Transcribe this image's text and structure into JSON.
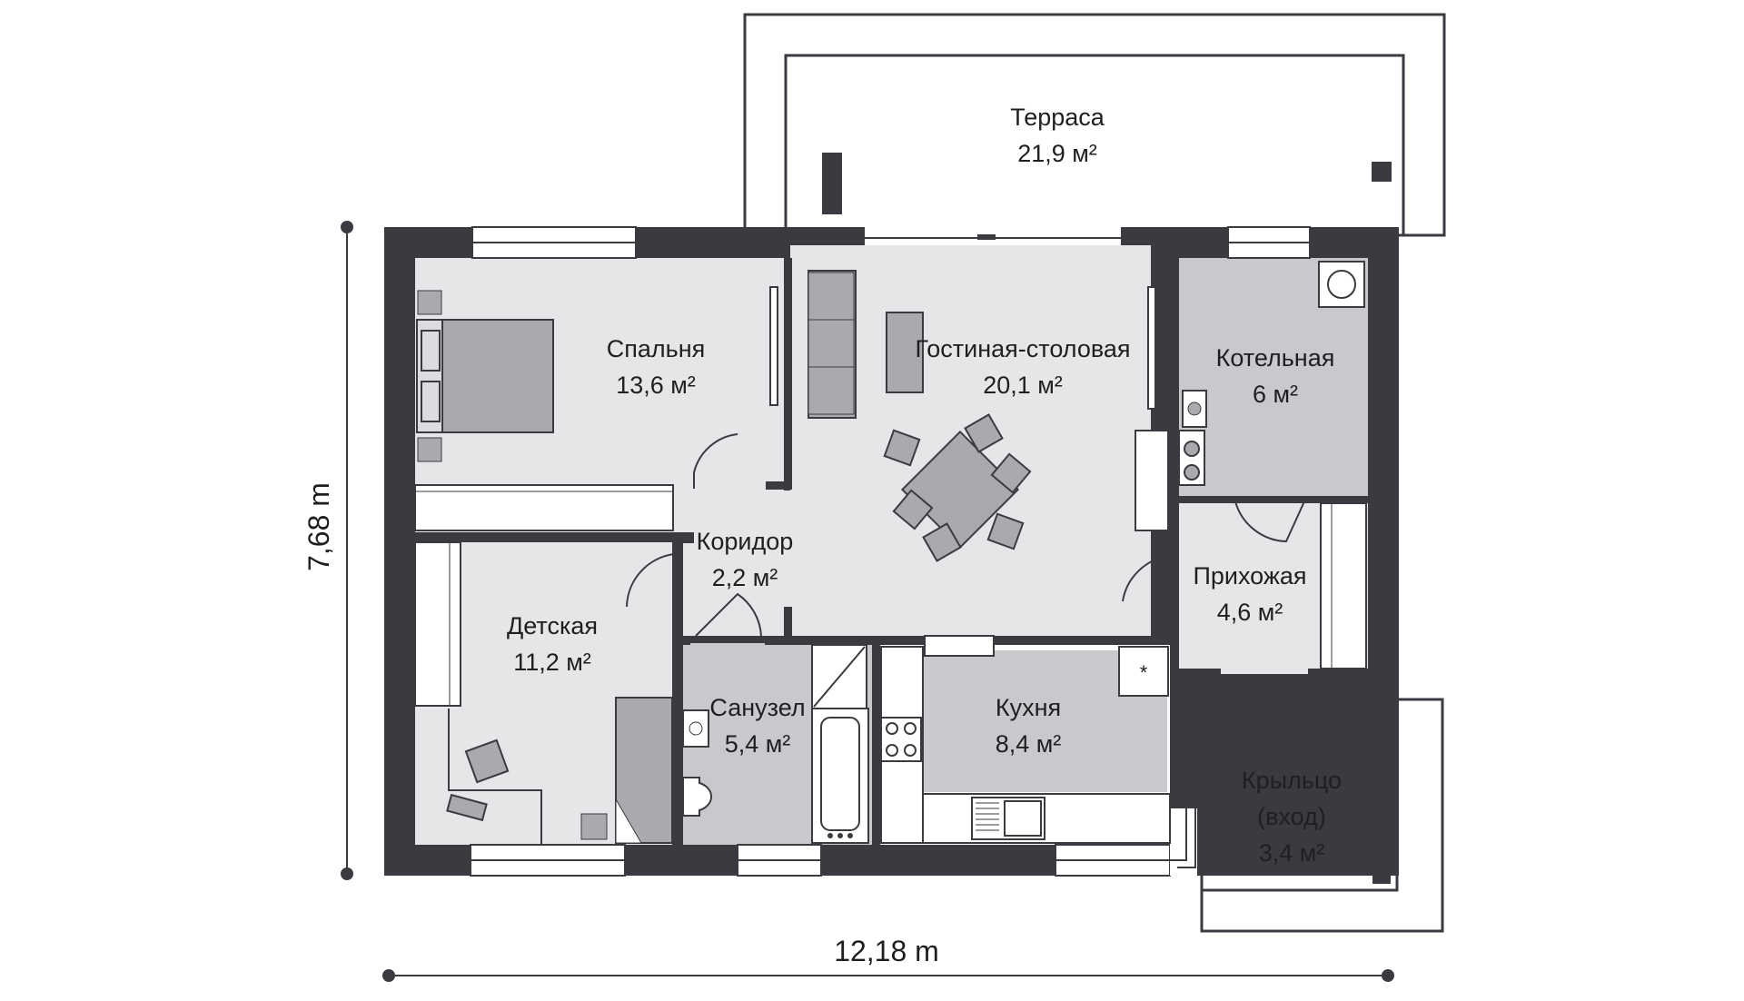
{
  "dimensions": {
    "width": "12,18 m",
    "height": "7,68 m"
  },
  "rooms": {
    "terrace": {
      "name": "Терраса",
      "area": "21,9 м²"
    },
    "bedroom": {
      "name": "Спальня",
      "area": "13,6 м²"
    },
    "living": {
      "name": "Гостиная-столовая",
      "area": "20,1 м²"
    },
    "boiler": {
      "name": "Котельная",
      "area": "6 м²"
    },
    "corridor": {
      "name": "Коридор",
      "area": "2,2 м²"
    },
    "hall": {
      "name": "Прихожая",
      "area": "4,6 м²"
    },
    "kids": {
      "name": "Детская",
      "area": "11,2 м²"
    },
    "bathroom": {
      "name": "Санузел",
      "area": "5,4 м²"
    },
    "kitchen": {
      "name": "Кухня",
      "area": "8,4 м²"
    },
    "porch": {
      "name": "Крыльцо",
      "sub": "(вход)",
      "area": "3,4 м²"
    }
  },
  "marker": "*",
  "colors": {
    "wall": "#3a3b40",
    "floor_light": "#e6e6e9",
    "floor_dark": "#c8c8cd",
    "furniture": "#a9a9ae",
    "outline": "#3a3b40"
  }
}
